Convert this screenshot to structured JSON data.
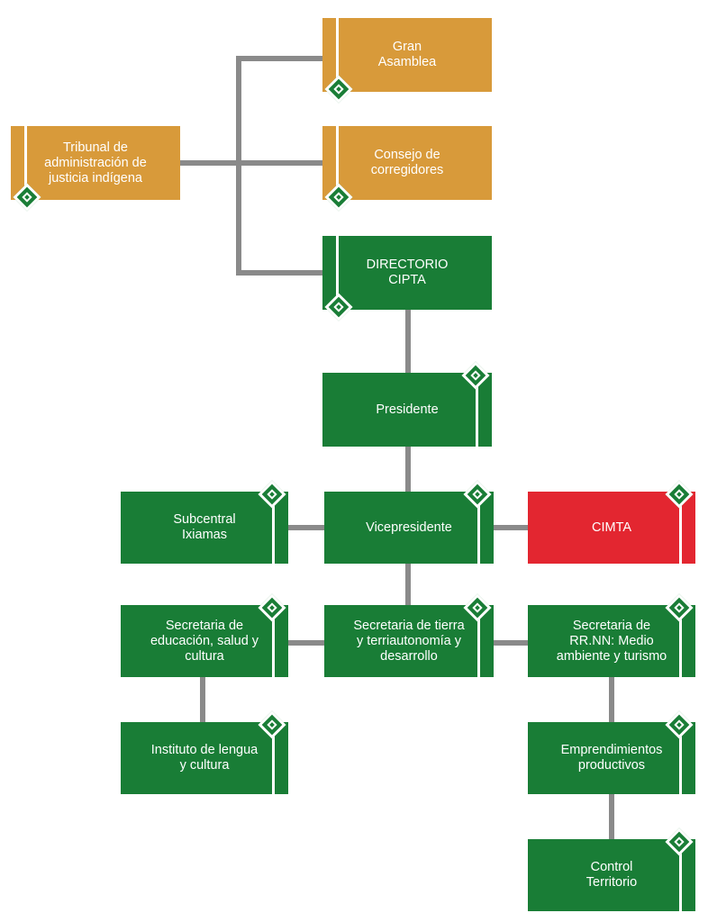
{
  "colors": {
    "gold": "#d89a3a",
    "green": "#197d36",
    "red": "#e32630",
    "connector": "#8a8a8a"
  },
  "nodes": {
    "gran_asamblea": {
      "label": "Gran\nAsamblea",
      "color": "gold",
      "icon": "diamond-icon"
    },
    "consejo_corregidores": {
      "label": "Consejo de\ncorregidores",
      "color": "gold",
      "icon": "diamond-icon"
    },
    "tribunal": {
      "label": "Tribunal de\nadministración de\njusticia indígena",
      "color": "gold",
      "icon": "diamond-icon"
    },
    "directorio": {
      "label": "DIRECTORIO\nCIPTA",
      "color": "green",
      "icon": "diamond-icon"
    },
    "presidente": {
      "label": "Presidente",
      "color": "green",
      "icon": "diamond-icon"
    },
    "vicepresidente": {
      "label": "Vicepresidente",
      "color": "green",
      "icon": "diamond-icon"
    },
    "subcentral": {
      "label": "Subcentral\nIxiamas",
      "color": "green",
      "icon": "diamond-icon"
    },
    "cimta": {
      "label": "CIMTA",
      "color": "red",
      "icon": "diamond-icon"
    },
    "sec_educacion": {
      "label": "Secretaria de\neducación, salud y\ncultura",
      "color": "green",
      "icon": "diamond-icon"
    },
    "sec_tierra": {
      "label": "Secretaria de tierra\ny terriautonomía y\ndesarrollo",
      "color": "green",
      "icon": "diamond-icon"
    },
    "sec_rrnn": {
      "label": "Secretaria de\nRR.NN: Medio\nambiente y turismo",
      "color": "green",
      "icon": "diamond-icon"
    },
    "instituto": {
      "label": "Instituto de lengua\ny cultura",
      "color": "green",
      "icon": "diamond-icon"
    },
    "emprendimientos": {
      "label": "Emprendimientos\nproductivos",
      "color": "green",
      "icon": "diamond-icon"
    },
    "control": {
      "label": "Control\nTerritorio",
      "color": "green",
      "icon": "diamond-icon"
    }
  }
}
